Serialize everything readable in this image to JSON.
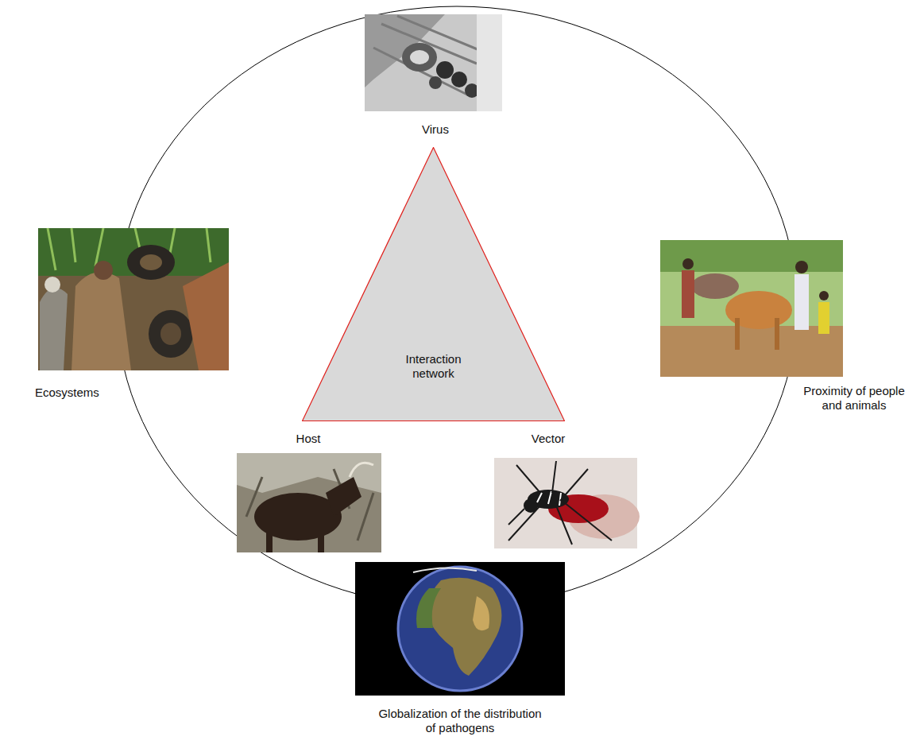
{
  "diagram": {
    "nodes": [
      {
        "text": [
          "Interaction network"
        ]
      }
    ],
    "labels": [
      "Virus",
      "Ecosystems",
      "Proximity of people and animals",
      "Host",
      "Vector",
      "Globalization of the distribution of pathogens"
    ]
  }
}
